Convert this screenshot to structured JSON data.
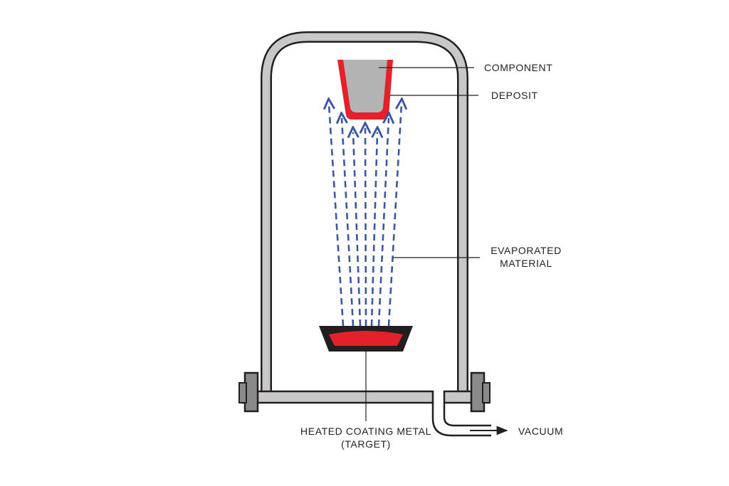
{
  "labels": {
    "component": "COMPONENT",
    "deposit": "DEPOSIT",
    "evaporated_line1": "EVAPORATED",
    "evaporated_line2": "MATERIAL",
    "heated_line1": "HEATED COATING METAL",
    "heated_line2": "(TARGET)",
    "vacuum": "VACUUM"
  },
  "colors": {
    "chamber_fill": "#c8c8c8",
    "outline": "#231f20",
    "deposit_red": "#e4202a",
    "component_gray": "#b3b3b3",
    "vapor_blue": "#3a56a8",
    "flange_gray": "#8a8a8a"
  }
}
